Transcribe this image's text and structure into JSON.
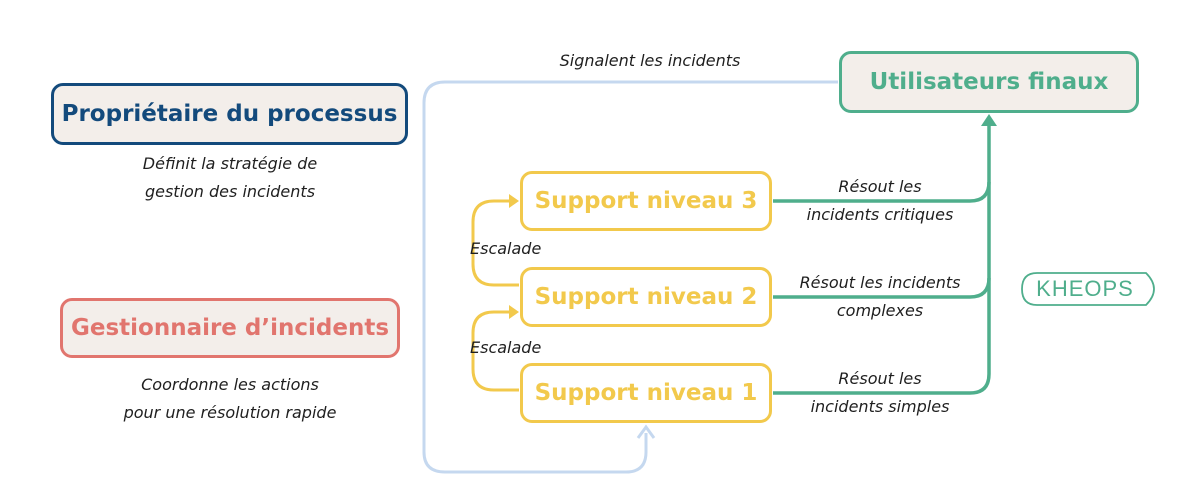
{
  "roles": {
    "owner": {
      "title": "Propriétaire du processus",
      "desc_line1": "Définit la stratégie de",
      "desc_line2": "gestion des incidents"
    },
    "manager": {
      "title": "Gestionnaire d’incidents",
      "desc_line1": "Coordonne les actions",
      "desc_line2": "pour une résolution rapide"
    }
  },
  "users": {
    "title": "Utilisateurs finaux"
  },
  "support": {
    "level3": "Support niveau 3",
    "level2": "Support niveau 2",
    "level1": "Support niveau 1"
  },
  "labels": {
    "signal": "Signalent les incidents",
    "escalate_1_2": "Escalade",
    "escalate_2_3": "Escalade",
    "resolve3_line1": "Résout les",
    "resolve3_line2": "incidents critiques",
    "resolve2_line1": "Résout les incidents",
    "resolve2_line2": "complexes",
    "resolve1_line1": "Résout les",
    "resolve1_line2": "incidents simples"
  },
  "logo": {
    "text": "KHEOPS"
  },
  "colors": {
    "owner": "#134a7c",
    "manager": "#e1756e",
    "users": "#4fae8c",
    "support": "#f2c94c",
    "signal_path": "#c5d8ef"
  }
}
